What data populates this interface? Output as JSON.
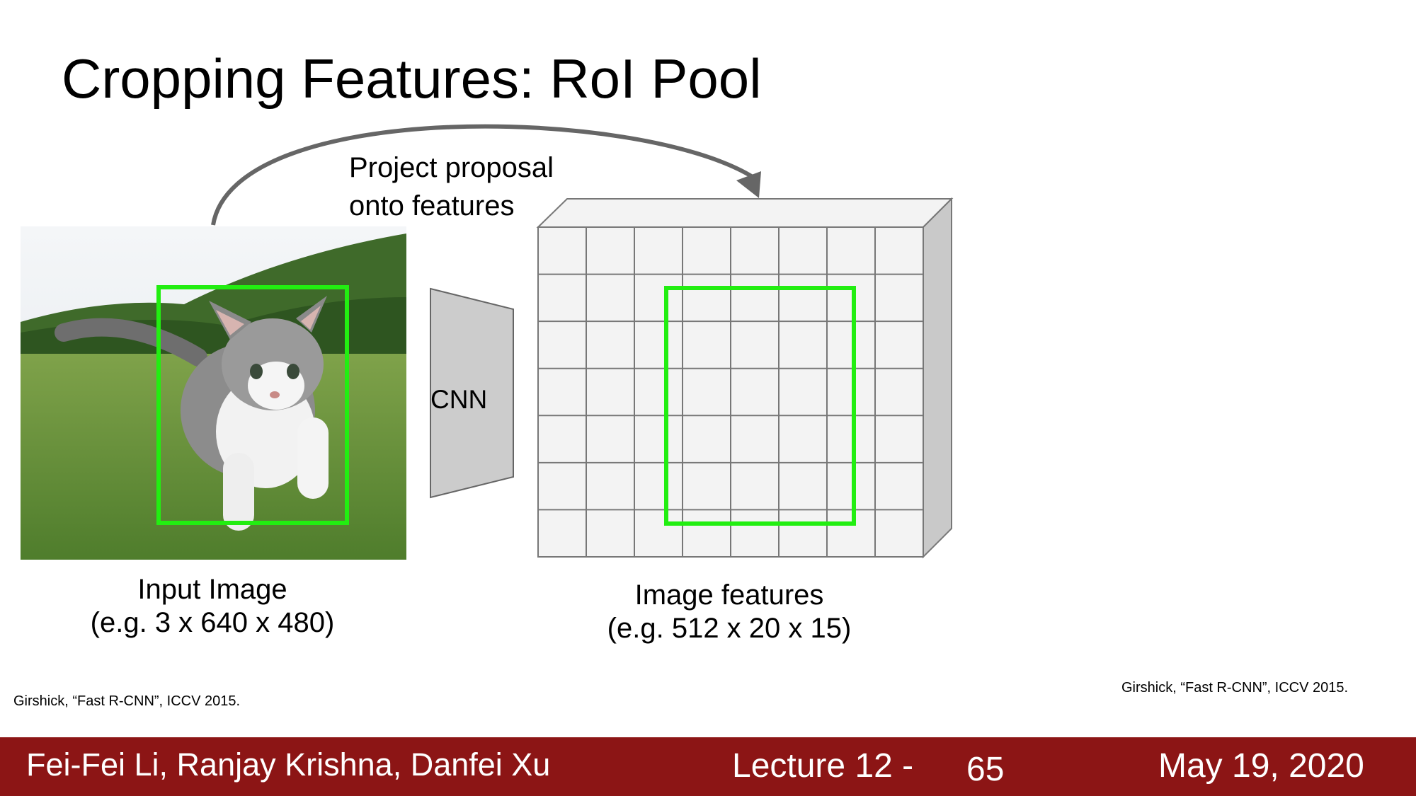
{
  "slide": {
    "title": "Cropping Features: RoI Pool"
  },
  "diagram": {
    "projection_label_line1": "Project proposal",
    "projection_label_line2": "onto features",
    "cnn_label": "CNN",
    "input_label_line1": "Input Image",
    "input_label_line2": "(e.g. 3 x 640 x 480)",
    "features_label_line1": "Image features",
    "features_label_line2": "(e.g. 512 x 20 x 15)",
    "grid_columns": 8,
    "grid_rows": 7,
    "proposal_color": "#22ee11",
    "arrow_color": "#666666",
    "cnn_color": "#cccccc"
  },
  "citations": {
    "left": "Girshick, “Fast R-CNN”, ICCV 2015.",
    "right": "Girshick, “Fast R-CNN”, ICCV 2015."
  },
  "footer": {
    "authors": "Fei-Fei Li, Ranjay Krishna, Danfei Xu",
    "lecture": "Lecture 12 -",
    "page": "65",
    "date": "May 19, 2020",
    "background_color": "#8c1515"
  }
}
